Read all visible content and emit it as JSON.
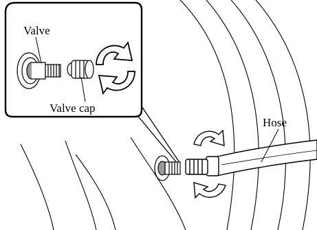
{
  "diagram": {
    "labels": {
      "valve": "Valve",
      "valve_cap": "Valve cap",
      "hose": "Hose"
    },
    "icons": {
      "inset_rotate": "rotate-arrows-icon",
      "main_rotate_top": "rotate-arrow-icon",
      "main_rotate_bottom": "rotate-arrow-icon"
    },
    "colors": {
      "line": "#000000",
      "background": "#ffffff",
      "shade": "#9a9a9a"
    }
  }
}
